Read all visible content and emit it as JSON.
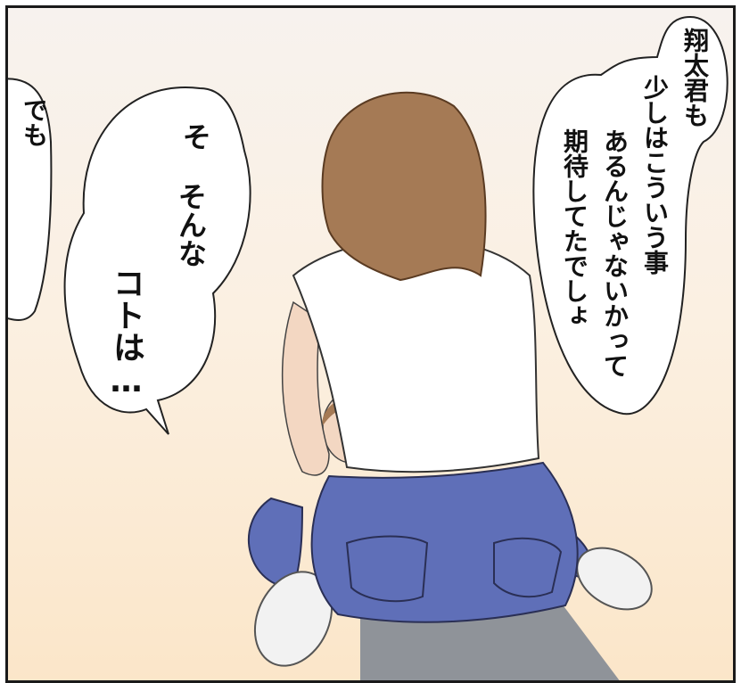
{
  "bubbles": {
    "right": {
      "col1": "翔太君も",
      "col2": "少しはこういう事",
      "col3": "あるんじゃないかって",
      "col4": "期待してたでしょ"
    },
    "middle": {
      "line1": "そ",
      "line2": "そんな",
      "line3": "コトは…"
    },
    "left": {
      "line1": "でも"
    }
  },
  "colors": {
    "hair": "#a57a55",
    "shirt": "#ffffff",
    "jeans": "#5f6fb8",
    "pants": "#8f9399",
    "socks": "#f2f2f2",
    "skin": "#f3d7c2"
  }
}
